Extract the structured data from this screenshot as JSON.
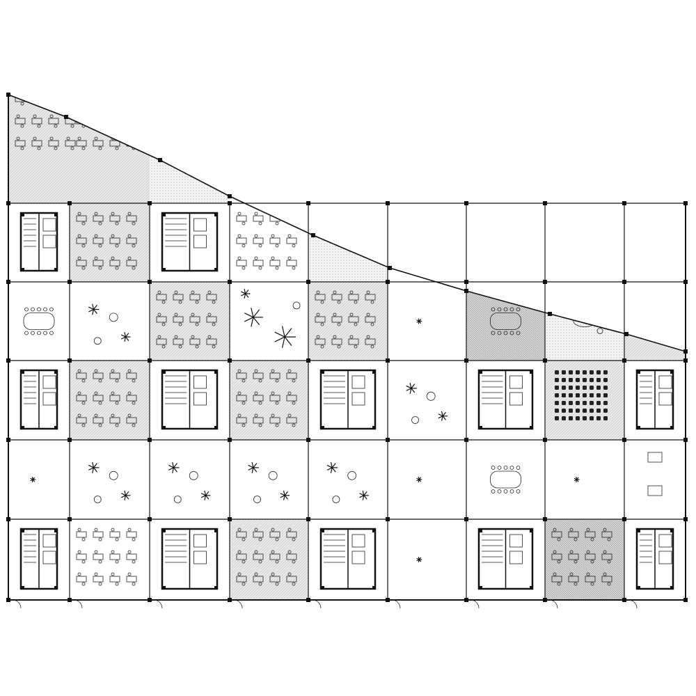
{
  "diagram": {
    "type": "architectural-floor-plan",
    "grid": {
      "columns": 9,
      "rows": 6
    },
    "colors": {
      "background": "#ffffff",
      "line": "#111111",
      "hatch_light": "#e4e4e4",
      "hatch_dark": "#cfcfcf",
      "dots": "#bdbdbd"
    },
    "zones": [
      {
        "row": 0,
        "col": 0,
        "fill": "hatch_light",
        "kind": "workstations"
      },
      {
        "row": 0,
        "col": 1,
        "fill": "hatch_light",
        "kind": "workstations"
      },
      {
        "row": 0,
        "col": 2,
        "fill": "dots",
        "kind": "lounge"
      },
      {
        "row": 1,
        "col": 0,
        "fill": "white",
        "kind": "core"
      },
      {
        "row": 1,
        "col": 1,
        "fill": "hatch_light",
        "kind": "workstations"
      },
      {
        "row": 1,
        "col": 2,
        "fill": "white",
        "kind": "core"
      },
      {
        "row": 1,
        "col": 3,
        "fill": "white",
        "kind": "workstations"
      },
      {
        "row": 1,
        "col": 4,
        "fill": "dots",
        "kind": "lounge"
      },
      {
        "row": 2,
        "col": 0,
        "fill": "white",
        "kind": "meeting"
      },
      {
        "row": 2,
        "col": 1,
        "fill": "white",
        "kind": "plaza"
      },
      {
        "row": 2,
        "col": 2,
        "fill": "hatch_light",
        "kind": "workstations"
      },
      {
        "row": 2,
        "col": 3,
        "fill": "white",
        "kind": "garden"
      },
      {
        "row": 2,
        "col": 4,
        "fill": "hatch_light",
        "kind": "workstations"
      },
      {
        "row": 2,
        "col": 5,
        "fill": "white",
        "kind": "open"
      },
      {
        "row": 2,
        "col": 6,
        "fill": "hatch_dark",
        "kind": "meeting"
      },
      {
        "row": 2,
        "col": 7,
        "fill": "dots",
        "kind": "lounge"
      },
      {
        "row": 2,
        "col": 8,
        "fill": "hatch_light",
        "kind": "open"
      },
      {
        "row": 3,
        "col": 0,
        "fill": "white",
        "kind": "core"
      },
      {
        "row": 3,
        "col": 1,
        "fill": "hatch_light",
        "kind": "workstations"
      },
      {
        "row": 3,
        "col": 2,
        "fill": "white",
        "kind": "core"
      },
      {
        "row": 3,
        "col": 3,
        "fill": "hatch_light",
        "kind": "workstations"
      },
      {
        "row": 3,
        "col": 4,
        "fill": "white",
        "kind": "core"
      },
      {
        "row": 3,
        "col": 5,
        "fill": "white",
        "kind": "plaza"
      },
      {
        "row": 3,
        "col": 6,
        "fill": "white",
        "kind": "core"
      },
      {
        "row": 3,
        "col": 7,
        "fill": "hatch_light",
        "kind": "auditorium"
      },
      {
        "row": 3,
        "col": 8,
        "fill": "white",
        "kind": "core"
      },
      {
        "row": 4,
        "col": 0,
        "fill": "white",
        "kind": "open"
      },
      {
        "row": 4,
        "col": 1,
        "fill": "white",
        "kind": "plaza"
      },
      {
        "row": 4,
        "col": 2,
        "fill": "white",
        "kind": "plaza"
      },
      {
        "row": 4,
        "col": 3,
        "fill": "white",
        "kind": "plaza"
      },
      {
        "row": 4,
        "col": 4,
        "fill": "white",
        "kind": "plaza"
      },
      {
        "row": 4,
        "col": 5,
        "fill": "white",
        "kind": "open"
      },
      {
        "row": 4,
        "col": 6,
        "fill": "white",
        "kind": "meeting"
      },
      {
        "row": 4,
        "col": 7,
        "fill": "white",
        "kind": "open"
      },
      {
        "row": 4,
        "col": 8,
        "fill": "white",
        "kind": "games"
      },
      {
        "row": 5,
        "col": 0,
        "fill": "white",
        "kind": "core"
      },
      {
        "row": 5,
        "col": 1,
        "fill": "white",
        "kind": "workstations"
      },
      {
        "row": 5,
        "col": 2,
        "fill": "white",
        "kind": "core"
      },
      {
        "row": 5,
        "col": 3,
        "fill": "hatch_light",
        "kind": "workstations"
      },
      {
        "row": 5,
        "col": 4,
        "fill": "white",
        "kind": "core"
      },
      {
        "row": 5,
        "col": 5,
        "fill": "white",
        "kind": "open"
      },
      {
        "row": 5,
        "col": 6,
        "fill": "white",
        "kind": "core"
      },
      {
        "row": 5,
        "col": 7,
        "fill": "hatch_dark",
        "kind": "workstations"
      },
      {
        "row": 5,
        "col": 8,
        "fill": "white",
        "kind": "core"
      }
    ]
  }
}
